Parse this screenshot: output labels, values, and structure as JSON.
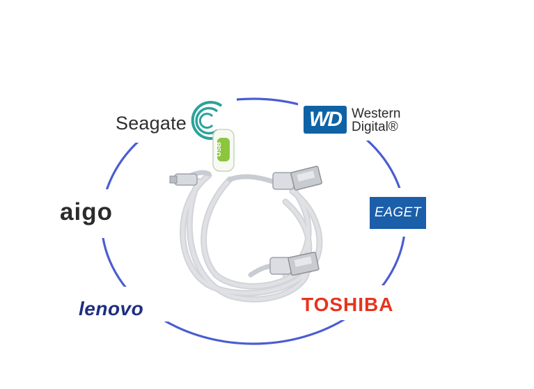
{
  "logos": {
    "seagate": "Seagate",
    "wd_badge": "WD",
    "wd_line1": "Western",
    "wd_line2": "Digital®",
    "eaget": "EAGET",
    "aigo": "aigo",
    "lenovo": "lenovo",
    "toshiba": "TOSHIBA"
  },
  "cable_label": "USB",
  "colors": {
    "ring": "#4a5dd0",
    "seagate_mark": "#2aa39a",
    "wd_blue": "#0e63a6",
    "eaget_blue": "#1b5ea9",
    "lenovo_blue": "#1d2f80",
    "toshiba_red": "#e8331d",
    "cable": "#c9ccd2",
    "tag_green": "#8cc63f"
  }
}
